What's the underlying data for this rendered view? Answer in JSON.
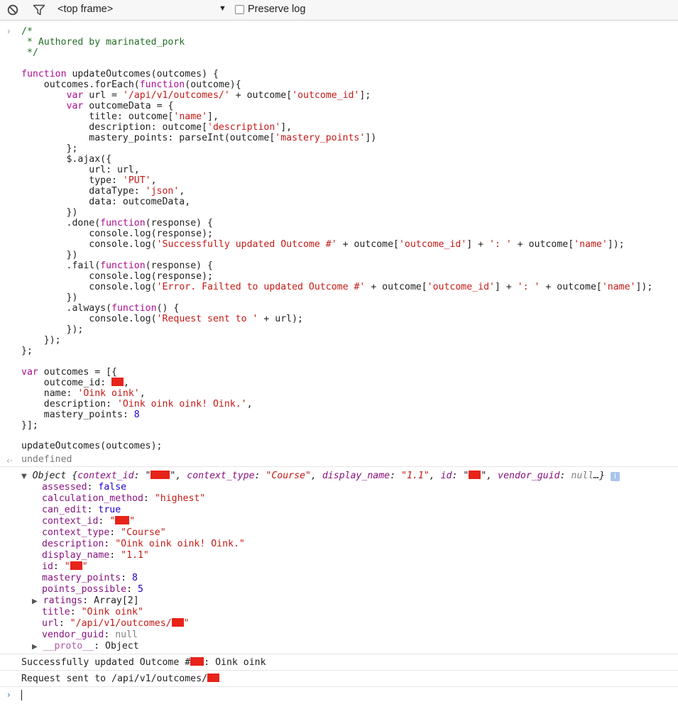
{
  "toolbar": {
    "frame_label": "<top frame>",
    "dropdown_arrow": "▼",
    "preserve_log_label": "Preserve log"
  },
  "prompts": {
    "input": "›",
    "result": "‹·"
  },
  "code": {
    "l1": "/*",
    "l2": " * Authored by marinated_pork",
    "l3": " */",
    "l5a": "function",
    "l5b": " updateOutcomes(outcomes) {",
    "l6a": "    outcomes.forEach(",
    "l6b": "function",
    "l6c": "(outcome){",
    "l7a": "        ",
    "l7b": "var",
    "l7c": " url = ",
    "l7d": "'/api/v1/outcomes/'",
    "l7e": " + outcome[",
    "l7f": "'outcome_id'",
    "l7g": "];",
    "l8a": "        ",
    "l8b": "var",
    "l8c": " outcomeData = {",
    "l9a": "            title: outcome[",
    "l9b": "'name'",
    "l9c": "],",
    "l10a": "            description: outcome[",
    "l10b": "'description'",
    "l10c": "],",
    "l11a": "            mastery_points: parseInt(outcome[",
    "l11b": "'mastery_points'",
    "l11c": "])",
    "l12": "        };",
    "l13": "        $.ajax({",
    "l14": "            url: url,",
    "l15a": "            type: ",
    "l15b": "'PUT'",
    "l15c": ",",
    "l16a": "            dataType: ",
    "l16b": "'json'",
    "l16c": ",",
    "l17": "            data: outcomeData,",
    "l18": "        })",
    "l19a": "        .done(",
    "l19b": "function",
    "l19c": "(response) {",
    "l20": "            console.log(response);",
    "l21a": "            console.log(",
    "l21b": "'Successfully updated Outcome #'",
    "l21c": " + outcome[",
    "l21d": "'outcome_id'",
    "l21e": "] + ",
    "l21f": "': '",
    "l21g": " + outcome[",
    "l21h": "'name'",
    "l21i": "]);",
    "l22": "        })",
    "l23a": "        .fail(",
    "l23b": "function",
    "l23c": "(response) {",
    "l24": "            console.log(response);",
    "l25a": "            console.log(",
    "l25b": "'Error. Failted to updated Outcome #'",
    "l25c": " + outcome[",
    "l25d": "'outcome_id'",
    "l25e": "] + ",
    "l25f": "': '",
    "l25g": " + outcome[",
    "l25h": "'name'",
    "l25i": "]);",
    "l26": "        })",
    "l27a": "        .always(",
    "l27b": "function",
    "l27c": "() {",
    "l28a": "            console.log(",
    "l28b": "'Request sent to '",
    "l28c": " + url);",
    "l29": "        });",
    "l30": "    });",
    "l31": "};",
    "l33a": "var",
    "l33b": " outcomes = [{",
    "l34": "    outcome_id: ",
    "l34b": ",",
    "l35a": "    name: ",
    "l35b": "'Oink oink'",
    "l35c": ",",
    "l36a": "    description: ",
    "l36b": "'Oink oink oink! Oink.'",
    "l36c": ",",
    "l37a": "    mastery_points: ",
    "l37b": "8",
    "l38": "}];",
    "l40": "updateOutcomes(outcomes);"
  },
  "result": {
    "undefined": "undefined"
  },
  "object": {
    "summary_a": "Object {",
    "summary_b": "context_id",
    "summary_c": ": \"",
    "summary_d": "\", ",
    "summary_e": "context_type",
    "summary_f": ": ",
    "summary_g": "\"Course\"",
    "summary_h": ", ",
    "summary_i": "display_name",
    "summary_j": ": ",
    "summary_k": "\"1.1\"",
    "summary_l": ", ",
    "summary_m": "id",
    "summary_n": ": \"",
    "summary_o": "\", ",
    "summary_p": "vendor_guid",
    "summary_q": ": ",
    "summary_r": "null",
    "summary_s": "…}",
    "info": "i",
    "props": {
      "assessed_k": "assessed",
      "assessed_v": "false",
      "calc_k": "calculation_method",
      "calc_v": "\"highest\"",
      "edit_k": "can_edit",
      "edit_v": "true",
      "ctxid_k": "context_id",
      "ctxid_q1": "\"",
      "ctxid_q2": "\"",
      "ctxtype_k": "context_type",
      "ctxtype_v": "\"Course\"",
      "desc_k": "description",
      "desc_v": "\"Oink oink oink! Oink.\"",
      "disp_k": "display_name",
      "disp_v": "\"1.1\"",
      "id_k": "id",
      "id_q1": "\"",
      "id_q2": "\"",
      "mast_k": "mastery_points",
      "mast_v": "8",
      "pts_k": "points_possible",
      "pts_v": "5",
      "ratings_k": "ratings",
      "ratings_v": "Array[2]",
      "title_k": "title",
      "title_v": "\"Oink oink\"",
      "url_k": "url",
      "url_v": "\"/api/v1/outcomes/",
      "url_q": "\"",
      "vg_k": "vendor_guid",
      "vg_v": "null",
      "proto_k": "__proto__",
      "proto_v": "Object"
    }
  },
  "logs": {
    "success_a": "Successfully updated Outcome #",
    "success_b": ": Oink oink",
    "request": "Request sent to /api/v1/outcomes/"
  }
}
